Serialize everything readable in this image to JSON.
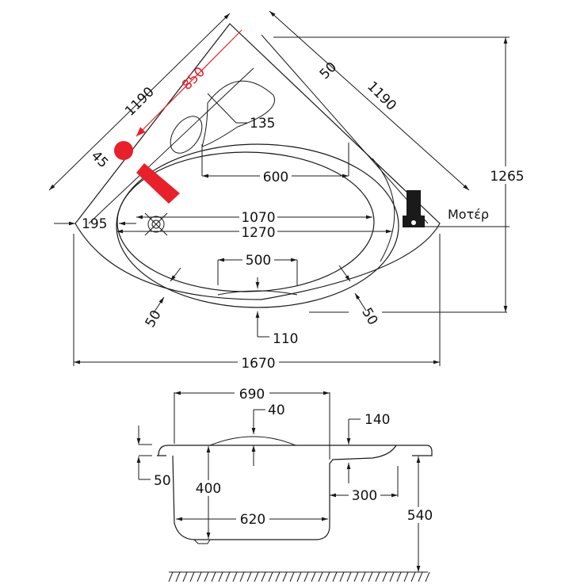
{
  "drawing": {
    "title": "Corner bathtub technical drawing",
    "accent_color": "#e8202a",
    "line_color": "#1a1a1a",
    "plan_view": {
      "side_left": "1190",
      "side_right": "1190",
      "supply_offset": "850",
      "rim_width_top": "50",
      "headrest_depth": "135",
      "inner_top_width": "600",
      "drain_offset_side": "45",
      "edge_to_drain": "195",
      "inner_length": "1070",
      "outer_length": "1270",
      "seat_width": "500",
      "rim_width_left": "50",
      "rim_width_right": "50",
      "front_rim_depth": "110",
      "overall_width": "1670",
      "overall_depth": "1265",
      "motor_label": "Μοτέρ"
    },
    "section_view": {
      "top_width": "690",
      "armrest_rise": "40",
      "deck_height": "140",
      "rim_thickness": "50",
      "inner_depth": "400",
      "bottom_width": "620",
      "step_width": "300",
      "floor_height": "540"
    }
  }
}
